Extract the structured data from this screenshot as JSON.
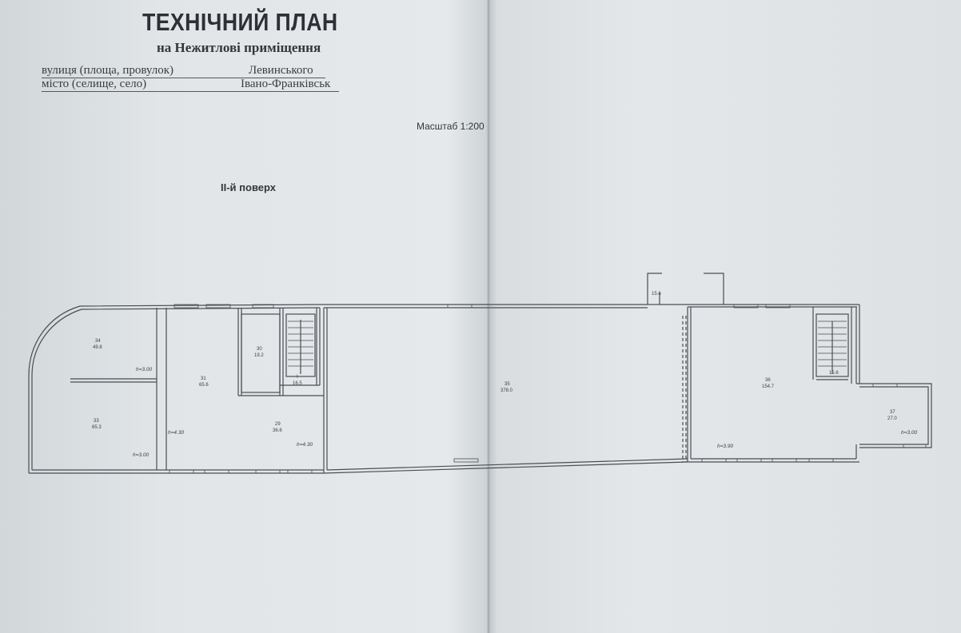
{
  "document": {
    "title": "ТЕХНІЧНИЙ ПЛАН",
    "subtitle": "на Нежитлові приміщення",
    "street_label": "вулиця (площа, провулок)",
    "street_value": "Левинського",
    "city_label": "місто (селище, село)",
    "city_value": "Івано-Франківськ",
    "scale": "Масштаб 1:200",
    "floor": "ІІ-й поверх"
  },
  "rooms": [
    {
      "number": "34",
      "area": "49.8"
    },
    {
      "number": "33",
      "area": "65.3"
    },
    {
      "number": "31",
      "area": "65.6"
    },
    {
      "number": "30",
      "area": "19.2"
    },
    {
      "number": "29",
      "area": "36.6"
    },
    {
      "number": "I",
      "area": "16.5"
    },
    {
      "number": "35",
      "area": "378.0"
    },
    {
      "number": "36",
      "area": "154.7"
    },
    {
      "number": "37",
      "area": "27.0"
    },
    {
      "number": "",
      "area": "15.6"
    },
    {
      "number": "",
      "area": "15.6"
    }
  ],
  "heights": [
    "h=3.00",
    "h=3.00",
    "h=4.30",
    "h=4.30",
    "h=3.90",
    "h=3.00"
  ],
  "colors": {
    "ink": "#3a3d41",
    "paper": "#e4e7e9"
  }
}
